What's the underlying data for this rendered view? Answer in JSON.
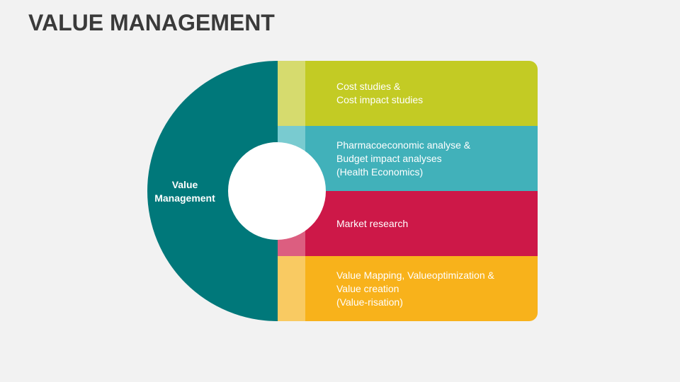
{
  "title": "VALUE MANAGEMENT",
  "center": {
    "line1": "Value",
    "line2": "Management"
  },
  "colors": {
    "core": "#00787a",
    "band1": "#c3cb24",
    "band2": "#41b1ba",
    "band3": "#cd1848",
    "band4": "#f8b21b"
  },
  "items": [
    {
      "lines": [
        "Cost studies &",
        "Cost impact studies"
      ],
      "line3": ""
    },
    {
      "lines": [
        "Pharmacoeconomic analyse &",
        "Budget impact analyses"
      ],
      "line3": "(Health Economics)"
    },
    {
      "lines": [
        "Market research",
        ""
      ],
      "line3": ""
    },
    {
      "lines": [
        "Value Mapping, Valueoptimization &",
        "Value creation"
      ],
      "line3": "(Value-risation)"
    }
  ]
}
